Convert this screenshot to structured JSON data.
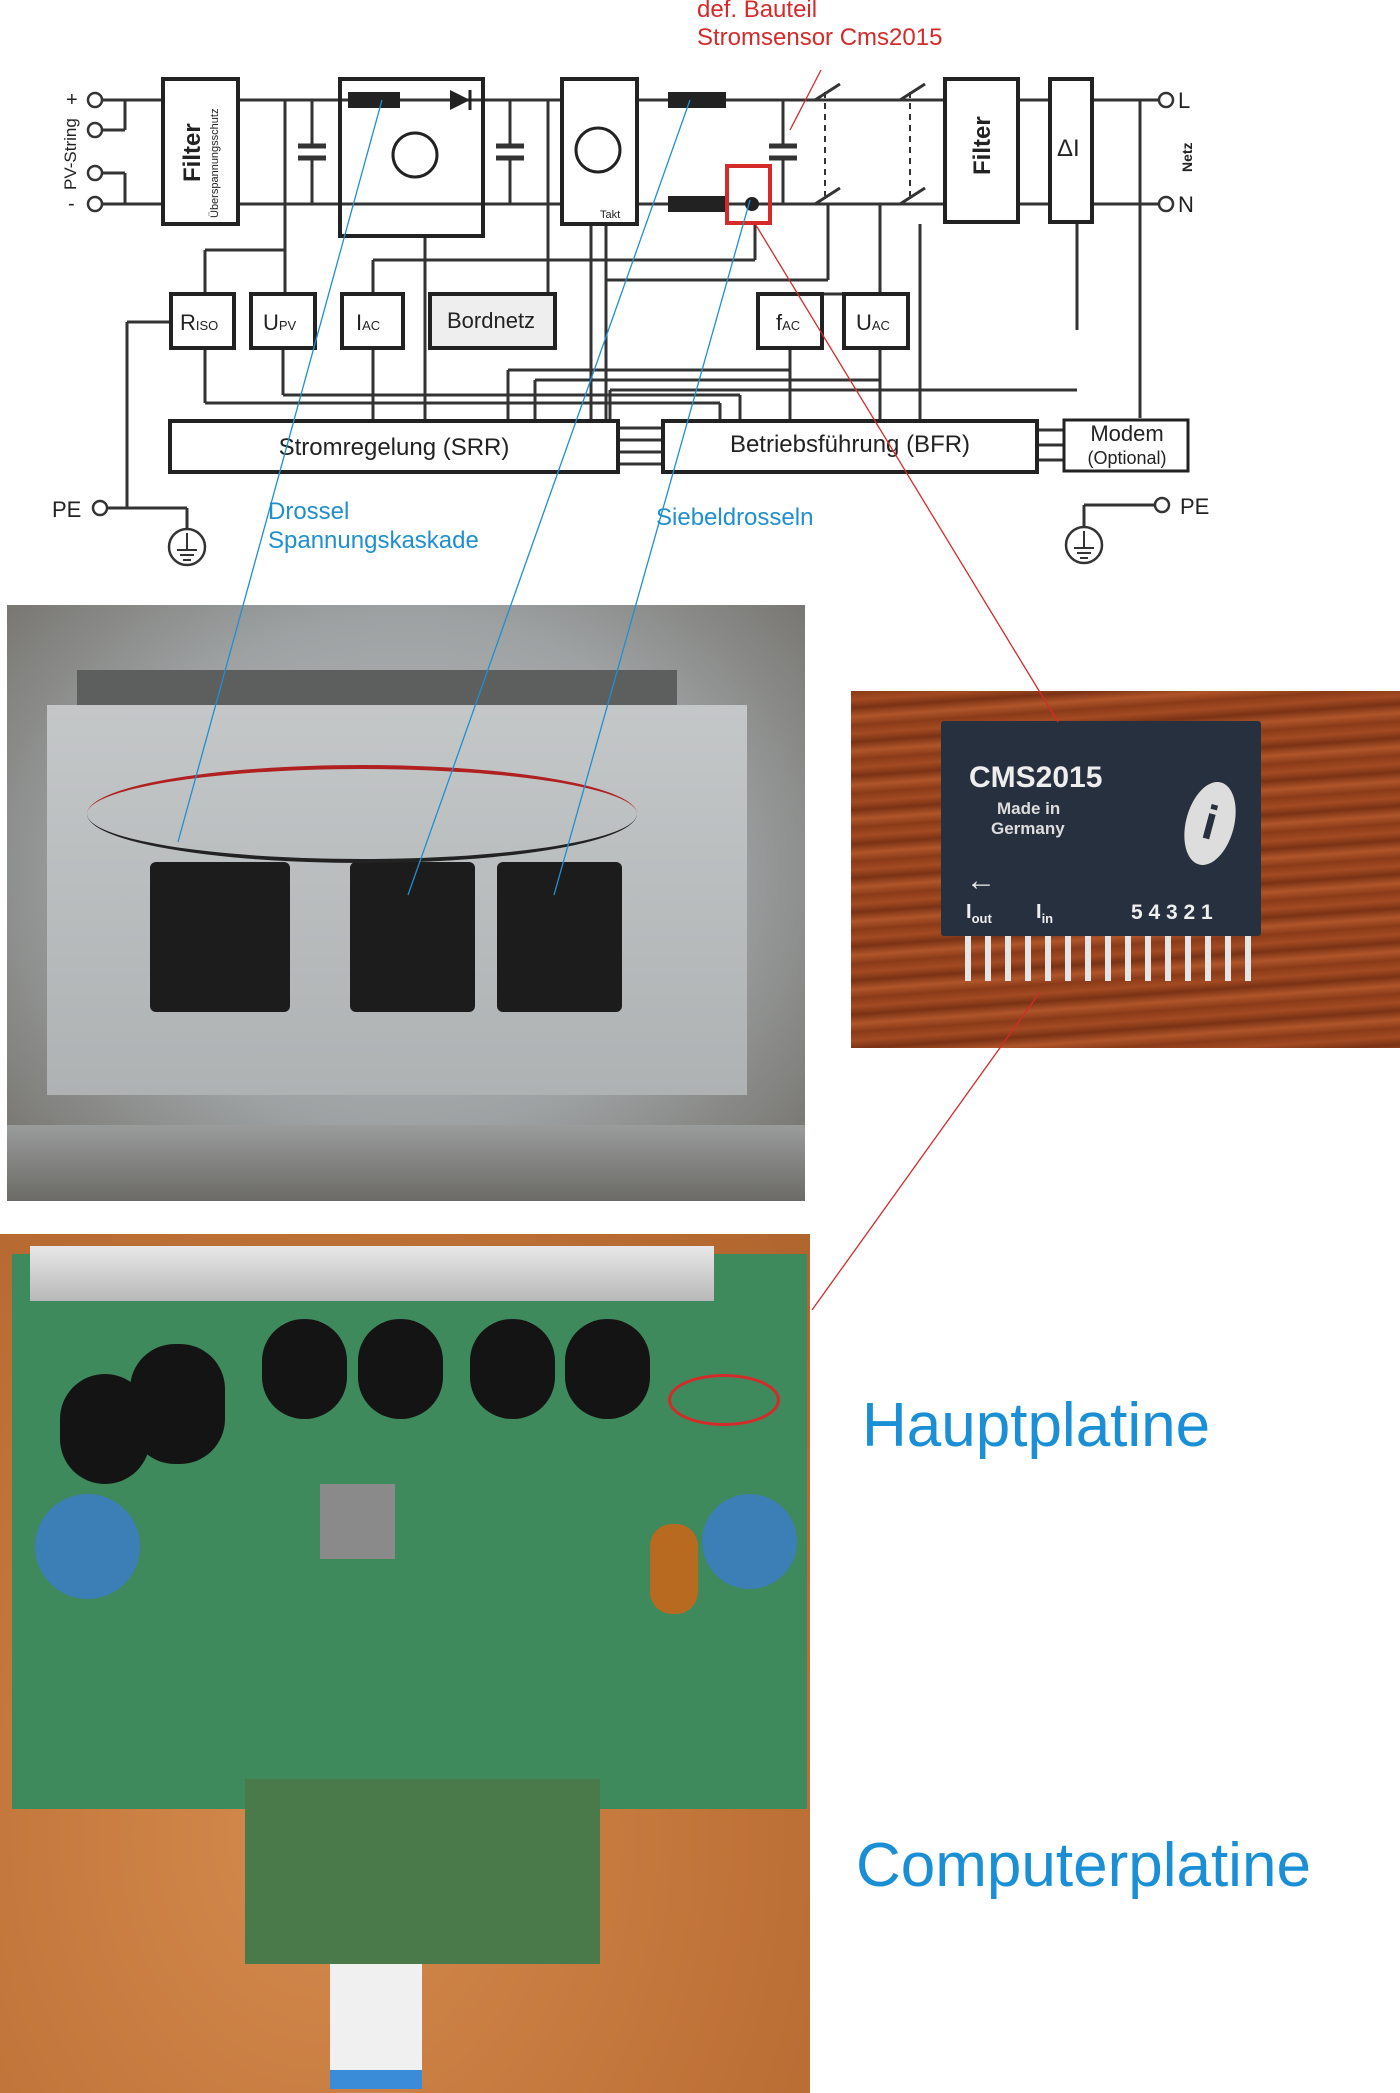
{
  "diagram": {
    "pv_string_label": "PV-String",
    "plus": "+",
    "minus": "-",
    "filter1_label": "Filter",
    "filter1_sub": "Überspannungsschutz",
    "takt_label": "Takt",
    "filter2_label": "Filter",
    "delta_i_label": "ΔI",
    "netz_label": "Netz",
    "l_label": "L",
    "n_label": "N",
    "riso": {
      "main": "R",
      "sub": "ISO"
    },
    "upv": {
      "main": "U",
      "sub": "PV"
    },
    "iac": {
      "main": "I",
      "sub": "AC"
    },
    "bordnetz": "Bordnetz",
    "fac": {
      "main": "f",
      "sub": "AC"
    },
    "uac": {
      "main": "U",
      "sub": "AC"
    },
    "srr": "Stromregelung (SRR)",
    "bfr": "Betriebsführung (BFR)",
    "modem": "Modem",
    "modem_sub": "(Optional)",
    "pe_left": "PE",
    "pe_right": "PE"
  },
  "annotations": {
    "defect_line1": "def. Bauteil",
    "defect_line2": "Stromsensor Cms2015",
    "drossel_line1": "Drossel",
    "drossel_line2": "Spannungskaskade",
    "siebeldrosseln": "Siebeldrosseln",
    "hauptplatine": "Hauptplatine",
    "computerplatine": "Computerplatine"
  },
  "sensor_photo": {
    "model": "CMS2015",
    "made_in_1": "Made in",
    "made_in_2": "Germany",
    "iout": "I",
    "iout_sub": "out",
    "iin": "I",
    "iin_sub": "in",
    "pins": "5 4 3 2 1",
    "logo": "i"
  },
  "colors": {
    "annotation_red": "#d42a2a",
    "annotation_blue": "#1f8fd0",
    "label_blue": "#1a8fd6"
  }
}
